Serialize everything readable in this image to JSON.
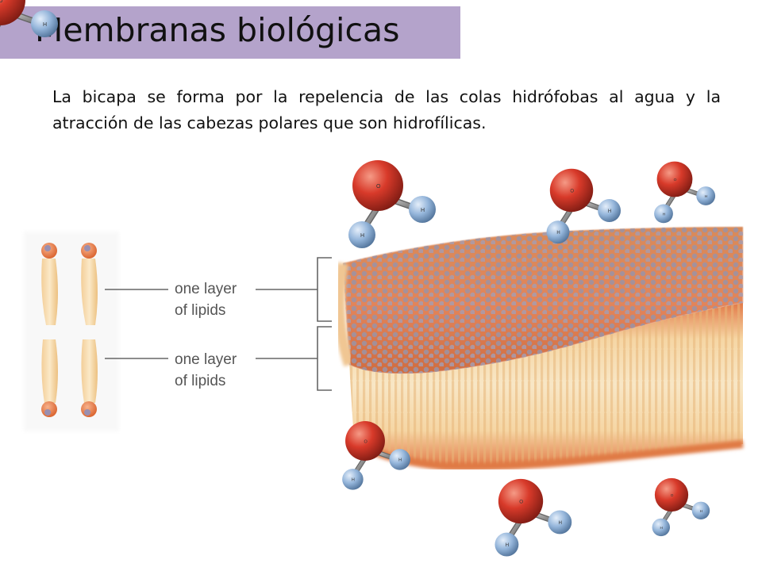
{
  "title": "Membranas biológicas",
  "description": "La bicapa se forma por la repelencia de las colas hidrófobas al agua y la atracción de las cabezas polares que son hidrofílicas.",
  "labels": {
    "upper_layer": [
      "one layer",
      "of lipids"
    ],
    "lower_layer": [
      "one layer",
      "of lipids"
    ]
  },
  "atom_symbols": {
    "oxygen": "O",
    "hydrogen": "H"
  },
  "colors": {
    "title_bar": "#b4a3cb",
    "oxygen": "#d23a2a",
    "hydrogen": "#93b3d8",
    "lipid_head": "#e9763e",
    "lipid_tail": "#f5d8a6",
    "bracket_lines": "#666666"
  }
}
